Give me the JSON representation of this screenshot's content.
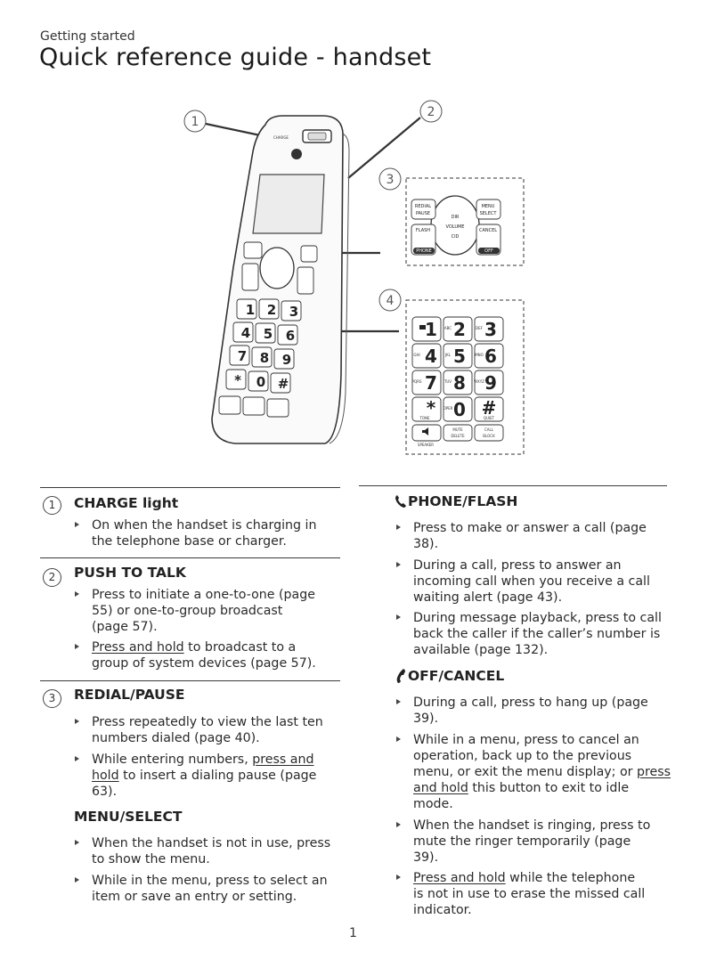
{
  "header": {
    "section_label": "Getting started",
    "title": "Quick reference guide - handset"
  },
  "figure": {
    "callouts": [
      "1",
      "2",
      "3",
      "4"
    ],
    "keys": {
      "redial": "REDIAL",
      "pause": "PAUSE",
      "menu": "MENU",
      "select": "SELECT",
      "flash": "FLASH",
      "cancel": "CANCEL",
      "phone": "PHONE",
      "off": "OFF",
      "dir": "DIR",
      "volume": "VOLUME",
      "cid": "CID",
      "tone": "TONE",
      "quiet": "QUIET",
      "mute": "MUTE",
      "delete": "DELETE",
      "call": "CALL",
      "block": "BLOCK",
      "speaker": "SPEAKER",
      "charge": "CHARGE",
      "digits": [
        "1",
        "2",
        "3",
        "4",
        "5",
        "6",
        "7",
        "8",
        "9",
        "*",
        "0",
        "#"
      ],
      "letters": [
        "",
        "ABC",
        "DEF",
        "GHI",
        "JKL",
        "MNO",
        "PQRS",
        "TUV",
        "WXYZ",
        "",
        "OPER",
        ""
      ]
    }
  },
  "left_column": {
    "sections": [
      {
        "number": "1",
        "title": "CHARGE light",
        "bullets": [
          {
            "lines": [
              "On when the handset is charging in",
              "the telephone base or charger."
            ]
          }
        ]
      },
      {
        "number": "2",
        "title": "PUSH TO TALK",
        "bullets": [
          {
            "lines": [
              "Press to initiate a one-to-one (page",
              "55) or one-to-group broadcast",
              "(page 57)."
            ]
          },
          {
            "underline": "Press and hold",
            "lines": [
              " to broadcast to a",
              "group of system devices (page 57)."
            ]
          }
        ]
      },
      {
        "number": "3",
        "title": "REDIAL/PAUSE",
        "bullets": [
          {
            "lines": [
              "Press repeatedly to view the last ten",
              "numbers dialed (page 40)."
            ]
          },
          {
            "pre": "While entering numbers, ",
            "underline_a": "press and",
            "underline_b": "hold",
            "post_b": " to insert a dialing pause (page",
            "line3": "63)."
          }
        ]
      },
      {
        "title": "MENU/SELECT",
        "bullets": [
          {
            "lines": [
              "When the handset is not in use, press",
              "to show the menu."
            ]
          },
          {
            "lines": [
              "While in the menu, press to select an",
              "item or save an entry or setting."
            ]
          }
        ]
      }
    ]
  },
  "right_column": {
    "sections": [
      {
        "icon": "phone-icon",
        "title": "PHONE/FLASH",
        "bullets": [
          {
            "lines": [
              "Press to make or answer a call (page",
              "38)."
            ]
          },
          {
            "lines": [
              "During a call, press to answer an",
              "incoming call when you receive a call",
              "waiting alert (page 43)."
            ]
          },
          {
            "lines": [
              "During message playback, press to call",
              "back the caller if the caller’s number is",
              "available (page 132)."
            ]
          }
        ]
      },
      {
        "icon": "hang-up-icon",
        "title": "OFF/CANCEL",
        "bullets": [
          {
            "lines": [
              "During a call, press to hang up (page",
              "39)."
            ]
          },
          {
            "l1": "While in a menu, press to cancel an",
            "l2": "operation, back up to the previous",
            "l3pre": "menu, or exit the menu display; or ",
            "l3u": "press",
            "l4u": "and hold",
            "l4post": " this button to exit to idle",
            "l5": "mode."
          },
          {
            "lines": [
              "When the handset is ringing, press to",
              "mute the ringer temporarily (page",
              "39)."
            ]
          },
          {
            "underline": "Press and hold",
            "lines": [
              " while the telephone",
              "is not in use to erase the missed call",
              "indicator."
            ]
          }
        ]
      }
    ]
  },
  "footer": {
    "page_number": "1"
  }
}
